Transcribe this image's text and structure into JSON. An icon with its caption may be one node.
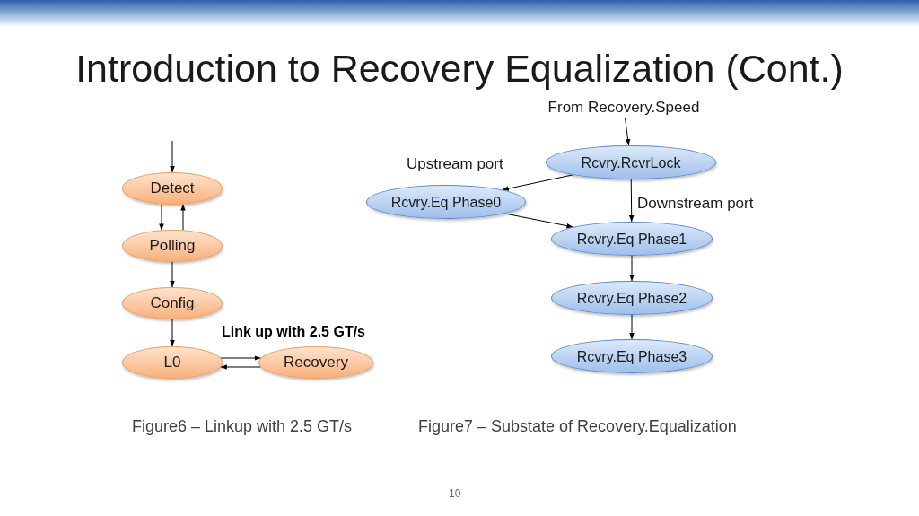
{
  "diagram": {
    "title": "Introduction to Recovery Equalization (Cont.)",
    "nodes": [
      {
        "text": [
          "Detect"
        ]
      },
      {
        "text": [
          "Polling"
        ]
      },
      {
        "text": [
          "Config"
        ]
      },
      {
        "text": [
          "L0"
        ]
      },
      {
        "text": [
          "Recovery"
        ]
      },
      {
        "text": [
          "From Recovery.Speed"
        ]
      },
      {
        "text": [
          "Rcvry.RcvrLock"
        ]
      },
      {
        "text": [
          "Rcvry.Eq Phase0"
        ]
      },
      {
        "text": [
          "Rcvry.Eq Phase1"
        ]
      },
      {
        "text": [
          "Rcvry.Eq Phase2"
        ]
      },
      {
        "text": [
          "Rcvry.Eq Phase3"
        ]
      }
    ],
    "edges": [
      {
        "from": null,
        "to": 0,
        "arrow": "to"
      },
      {
        "from": 0,
        "to": 1,
        "arrow": "to"
      },
      {
        "from": 1,
        "to": 0,
        "arrow": "to"
      },
      {
        "from": 1,
        "to": 2,
        "arrow": "to"
      },
      {
        "from": 2,
        "to": 3,
        "arrow": "to"
      },
      {
        "from": 3,
        "to": 4,
        "arrow": "to"
      },
      {
        "from": 4,
        "to": 3,
        "arrow": "to"
      },
      {
        "from": 5,
        "to": 6,
        "arrow": "to"
      },
      {
        "from": 6,
        "to": 7,
        "arrow": "to",
        "label": "Upstream port"
      },
      {
        "from": 6,
        "to": 8,
        "arrow": "to",
        "label": "Downstream port"
      },
      {
        "from": 7,
        "to": 8,
        "arrow": "to"
      },
      {
        "from": 8,
        "to": 9,
        "arrow": "to"
      },
      {
        "from": 9,
        "to": 10,
        "arrow": "to"
      }
    ],
    "labels": [
      "Link up with 2.5 GT/s",
      "Figure6 – Linkup with 2.5 GT/s",
      "Figure7 – Substate of Recovery.Equalization",
      "10"
    ]
  }
}
